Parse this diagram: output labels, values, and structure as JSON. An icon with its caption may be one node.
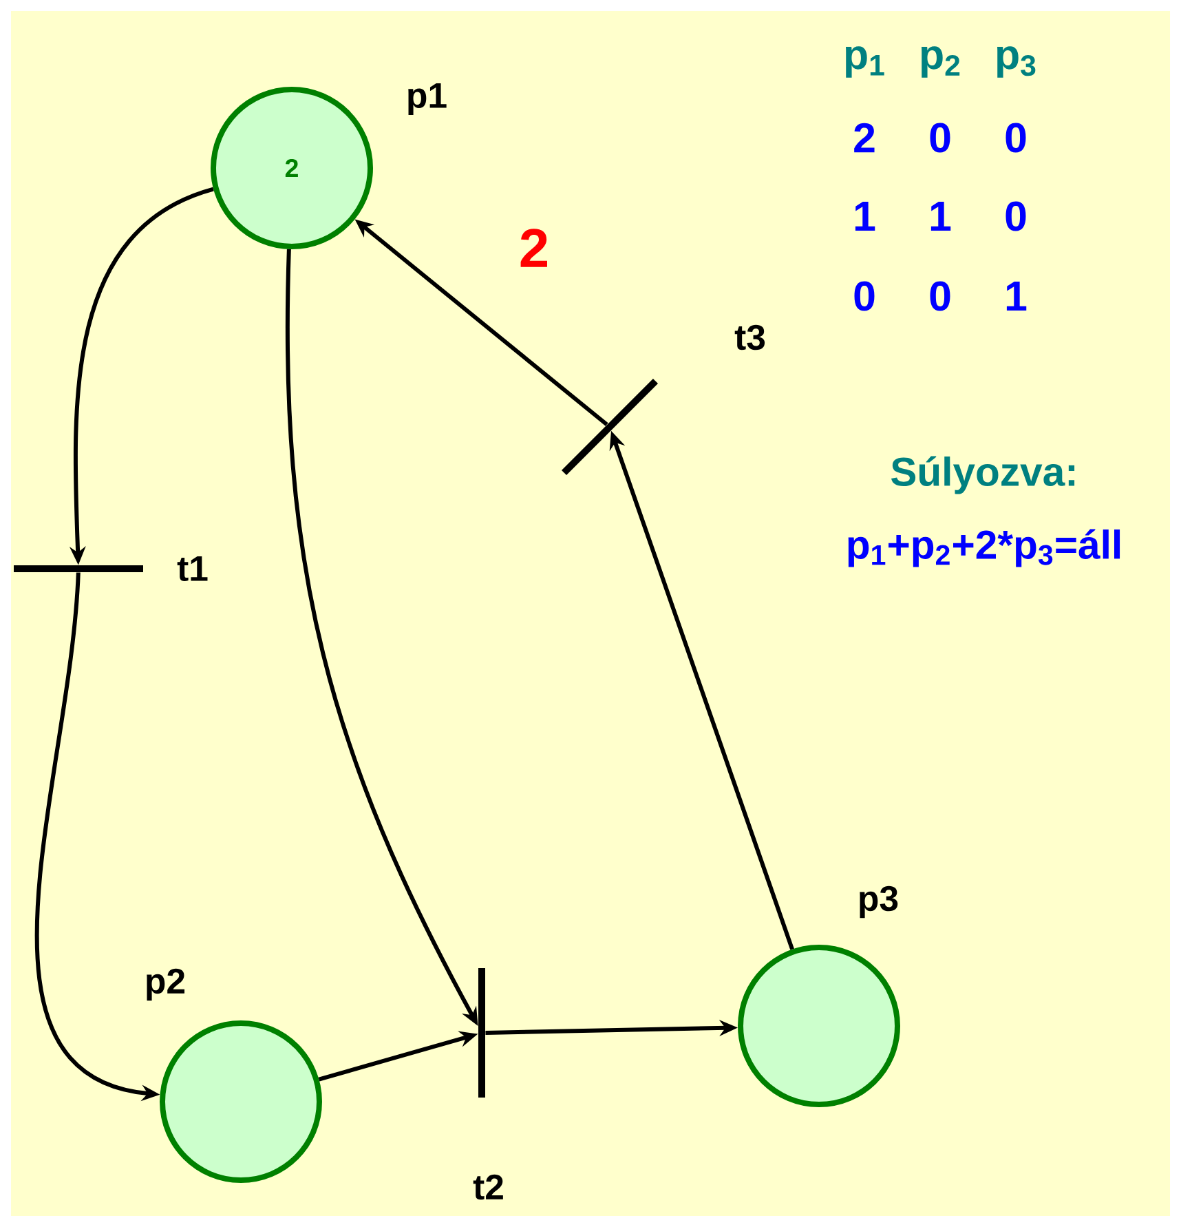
{
  "diagram": {
    "nodes": [
      {
        "text": [
          "2"
        ],
        "beside": [
          "p1"
        ]
      },
      {
        "text": [],
        "shape": "bar",
        "beside": [
          "t1"
        ]
      },
      {
        "text": [],
        "shape": "circle",
        "beside": [
          "p2"
        ]
      },
      {
        "text": [],
        "shape": "bar",
        "beside": [
          "t2"
        ]
      },
      {
        "text": [],
        "shape": "circle",
        "beside": [
          "p3"
        ]
      },
      {
        "text": [],
        "shape": "bar",
        "beside": [
          "t3"
        ]
      }
    ],
    "edges": [
      {
        "from": 0,
        "to": 1,
        "arrow": "to"
      },
      {
        "from": 1,
        "to": 2,
        "arrow": "to"
      },
      {
        "from": 0,
        "to": 3,
        "arrow": "to"
      },
      {
        "from": 2,
        "to": 3,
        "arrow": "to"
      },
      {
        "from": 3,
        "to": 4,
        "arrow": "to"
      },
      {
        "from": 4,
        "to": 5,
        "arrow": "to"
      },
      {
        "from": 5,
        "to": 0,
        "arrow": "to",
        "label": "2"
      }
    ],
    "labels": [
      "p$_{1}$",
      "p$_{2}$",
      "p$_{3}$",
      "2",
      "0",
      "0",
      "1",
      "1",
      "0",
      "0",
      "0",
      "1",
      "Súlyozva:",
      "p$_{1}$+p$_{2}$+2*p$_{3}$=áll"
    ]
  }
}
